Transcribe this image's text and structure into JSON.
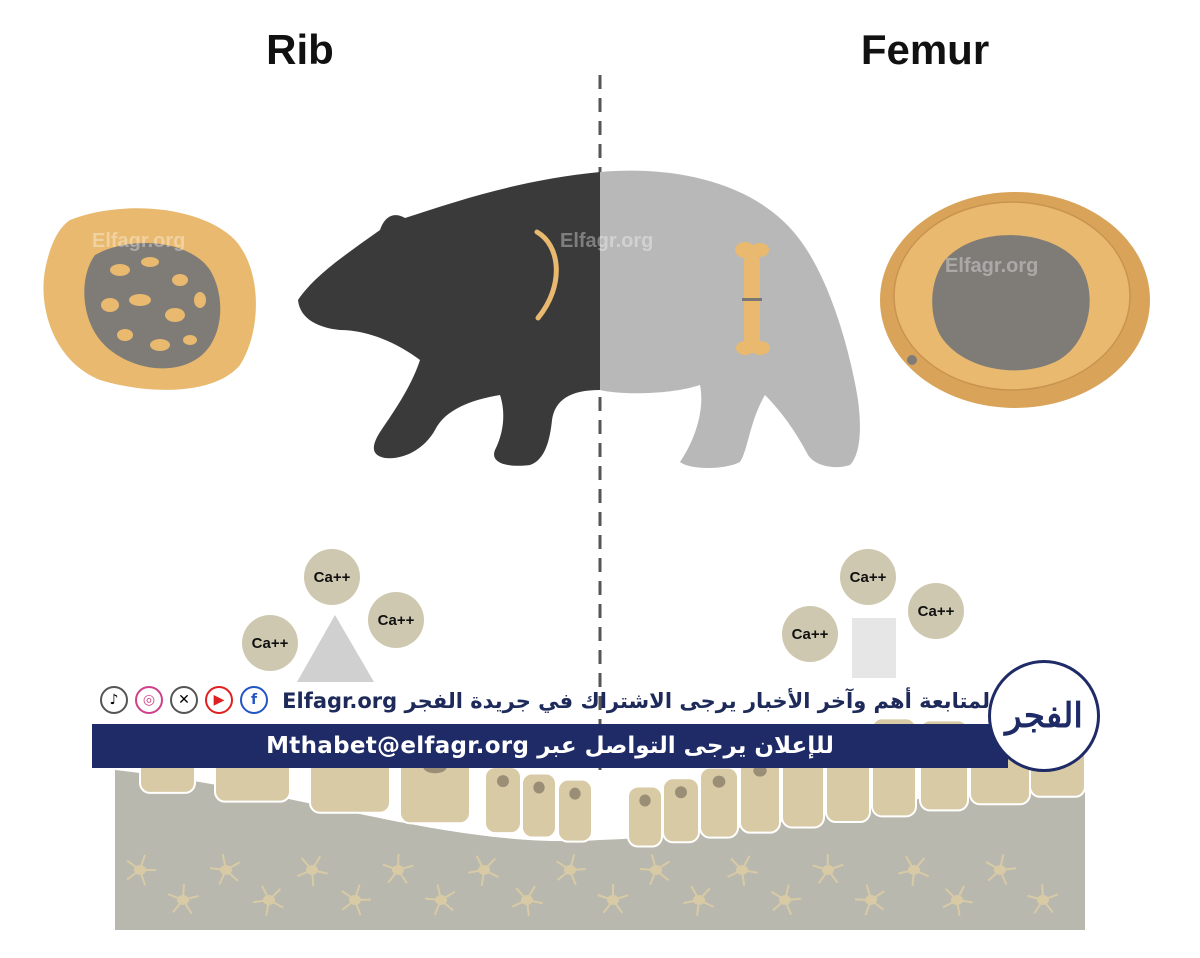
{
  "labels": {
    "left_heading": "Rib",
    "right_heading": "Femur"
  },
  "ions": [
    "Ca++",
    "Ca++",
    "Ca++",
    "Ca++",
    "Ca++",
    "Ca++"
  ],
  "watermark": "Elfagr.org",
  "colors": {
    "bone": "#e8b96e",
    "marrow": "#8a8783",
    "dark_bear": "#3a3a3a",
    "light_bear": "#b8b8b8",
    "ion": "#cfc8b0",
    "tissue": "#b5b5ac",
    "cells": "#d8caa5",
    "banner": "#1f2b66"
  },
  "promo": {
    "subscribe_text": "لمتابعة أهم وآخر الأخبار يرجى الاشتراك في جريدة الفجر Elfagr.org",
    "ads_text": "للإعلان يرجى التواصل عبر Mthabet@elfagr.org",
    "logo_text": "الفجر",
    "social_icons": [
      "tiktok-icon",
      "instagram-icon",
      "x-icon",
      "youtube-icon",
      "facebook-icon"
    ]
  }
}
